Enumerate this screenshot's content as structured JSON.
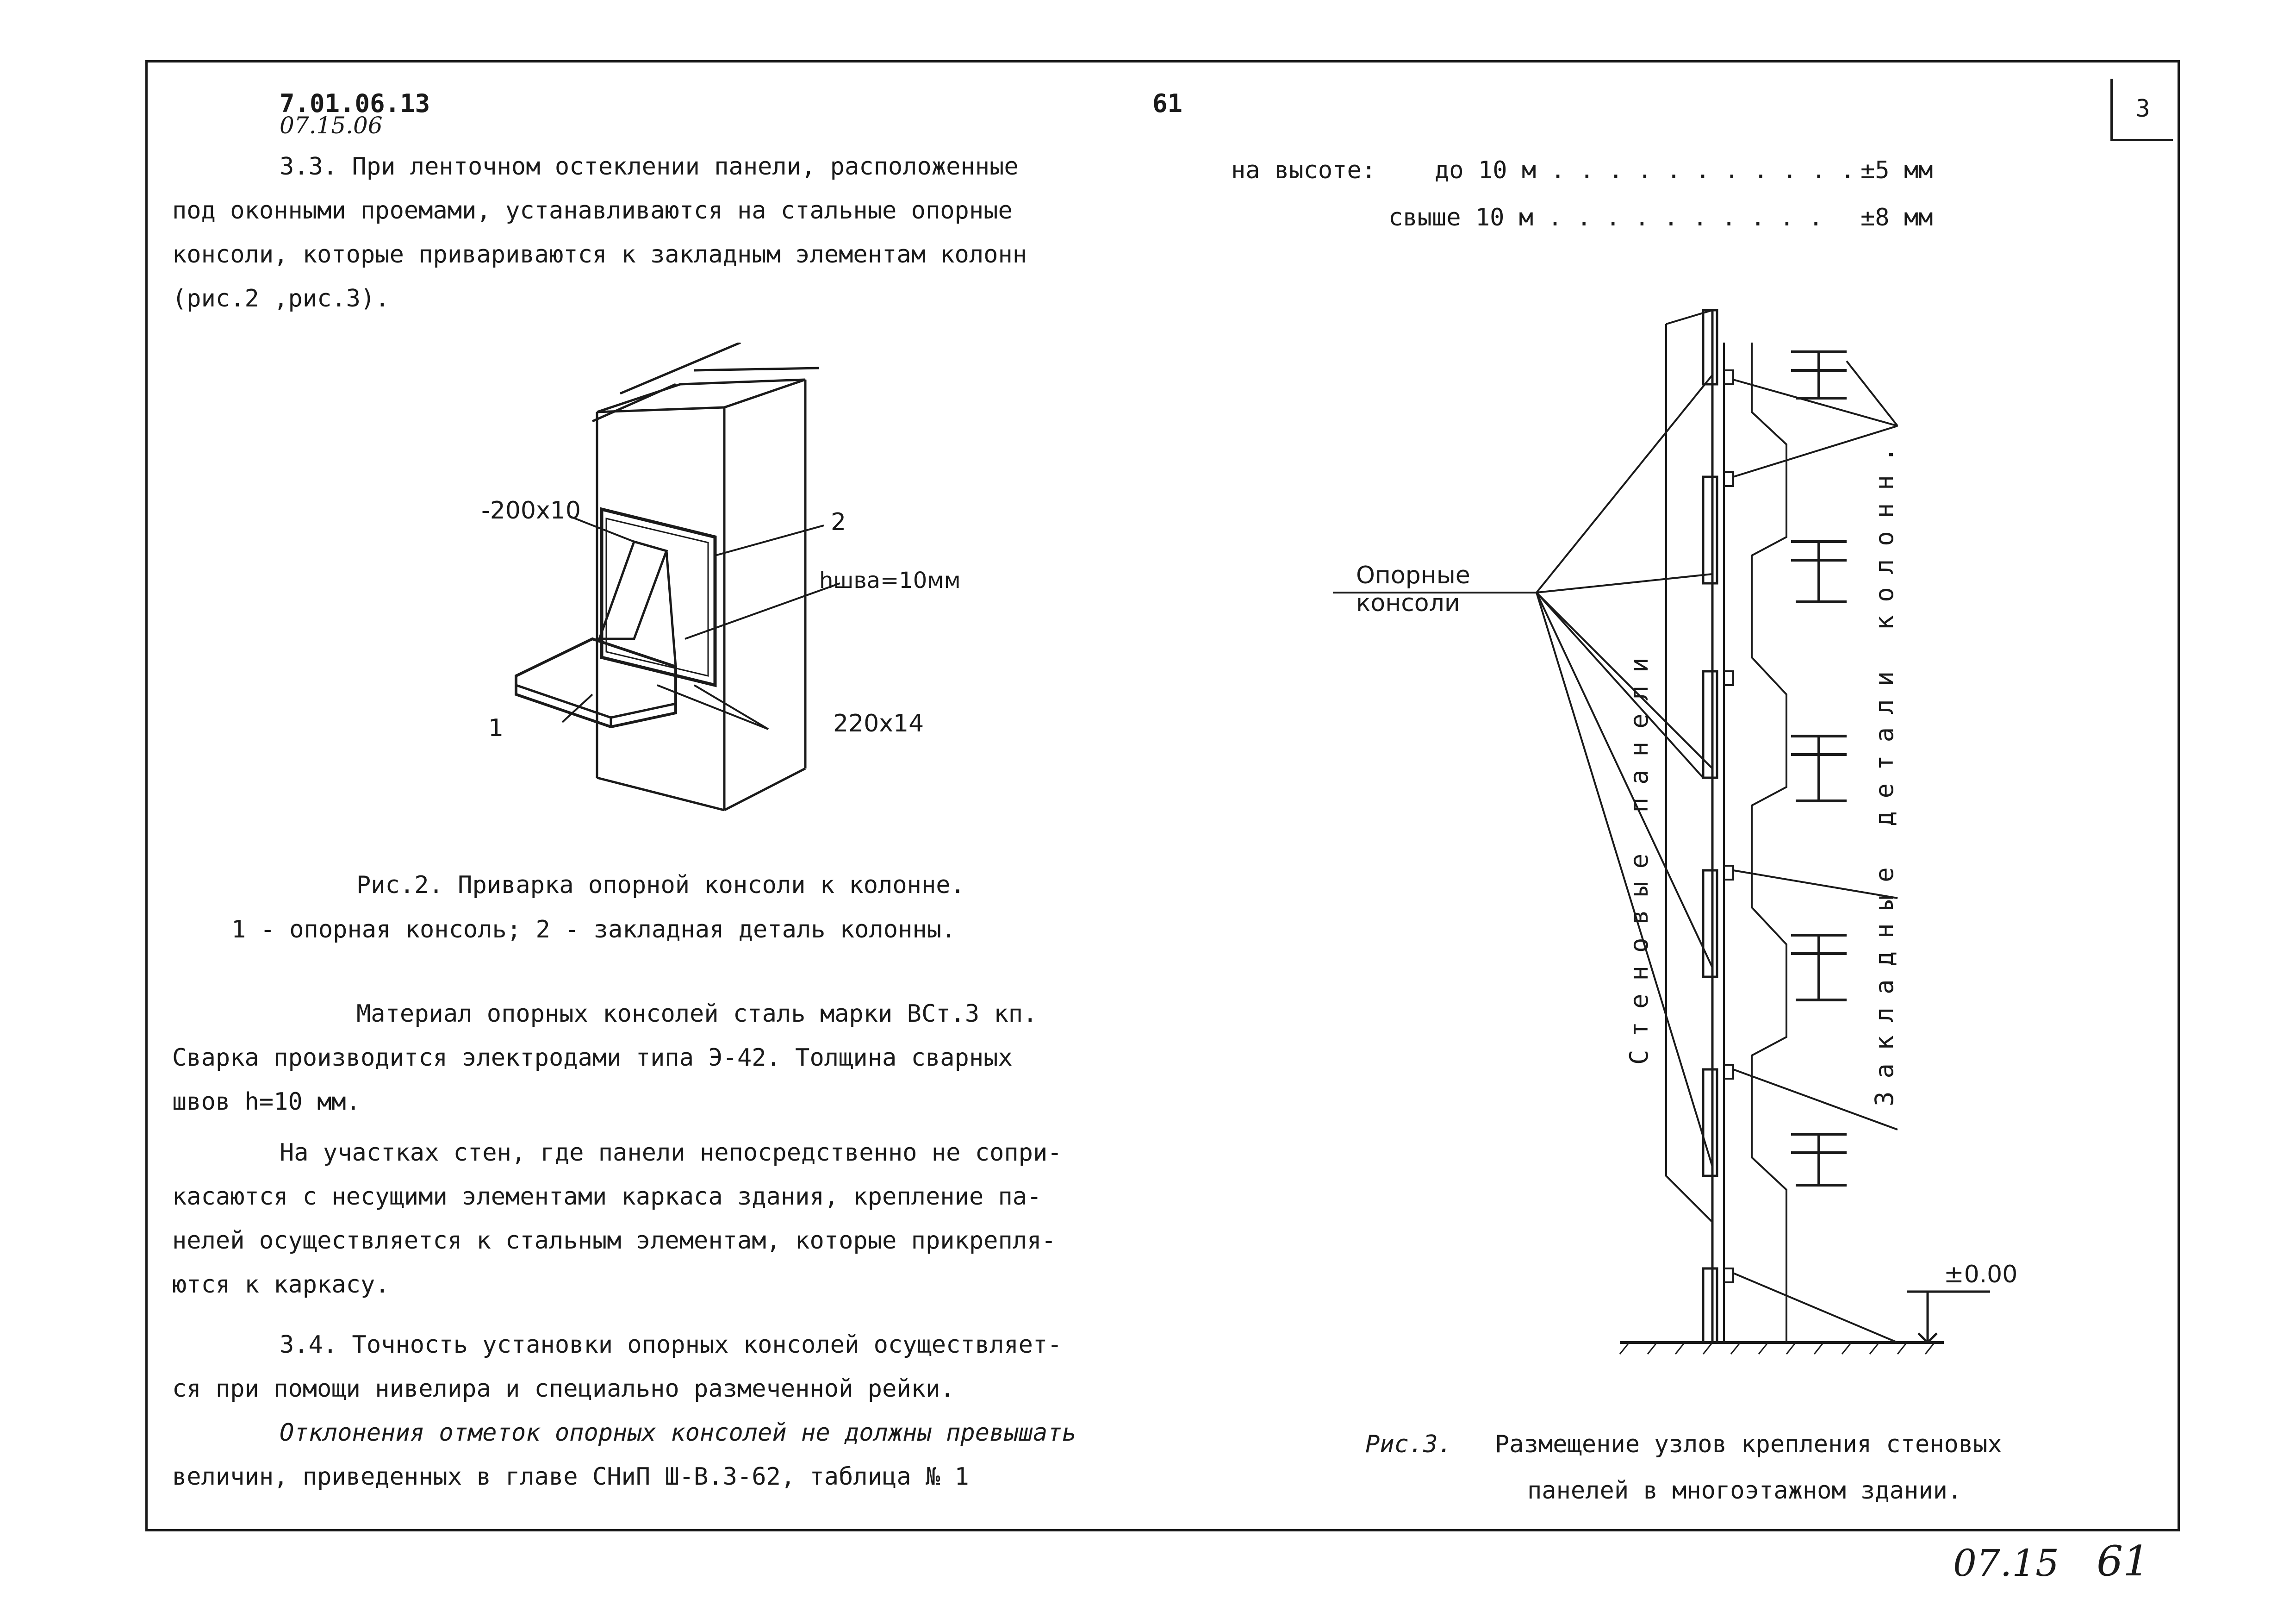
{
  "header": {
    "doc_code": "7.01.06.13",
    "doc_code_handwritten": "07.15.06",
    "page_marker": "61",
    "sheet_number": "3"
  },
  "left_column": {
    "section_3_3": [
      "3.3. При ленточном остеклении панели, расположенные",
      "под оконными проемами, устанавливаются на стальные опорные",
      "консоли, которые привариваются к закладным элементам колонн",
      "(рис.2 ,рис.3)."
    ],
    "fig2": {
      "label_plate": "-200x10",
      "label_2": "2",
      "label_weld": "hшва=10мм",
      "label_1": "1",
      "label_shelf": "220x14",
      "caption_line1": "Рис.2. Приварка опорной консоли к колонне.",
      "caption_line2": "1 - опорная консоль;   2 - закладная деталь колонны."
    },
    "material_paragraph": [
      "Материал опорных консолей сталь  марки ВСт.3 кп.",
      "Сварка производится электродами типа Э-42. Толщина сварных",
      "швов  h=10 мм."
    ],
    "walls_paragraph": [
      "На участках стен, где панели непосредственно не сопри-",
      "касаются с несущими элементами каркаса здания, крепление па-",
      "нелей осуществляется к стальным элементам, которые прикрепля-",
      "ются к каркасу."
    ],
    "section_3_4": [
      "3.4. Точность установки опорных консолей осуществляет-",
      "ся при помощи нивелира и специально размеченной рейки."
    ],
    "deviation_paragraph": [
      "Отклонения отметок опорных консолей не должны превышать",
      "величин, приведенных в главе СНиП Ш-В.3-62,  таблица № 1"
    ]
  },
  "right_column": {
    "tolerances": {
      "height_label": "на высоте:",
      "row1_range": "до 10 м . . . . . . . . . . .",
      "row1_value": "±5 мм",
      "row2_range": "свыше 10 м . . . . . . . . . .",
      "row2_value": "±8 мм"
    },
    "fig3": {
      "label_consoles_line1": "Опорные",
      "label_consoles_line2": "консоли",
      "label_wall_panels": "Стеновые панели",
      "label_embedded": "Закладные детали колонн.",
      "label_level": "±0.00",
      "caption_prefix": "Рис.3.",
      "caption_line1": "Размещение узлов крепления стеновых",
      "caption_line2": "панелей в многоэтажном здании."
    }
  },
  "footer": {
    "handwritten_code": "07.15",
    "handwritten_page": "61"
  },
  "colors": {
    "ink": "#1a1a1a",
    "paper": "#ffffff"
  }
}
